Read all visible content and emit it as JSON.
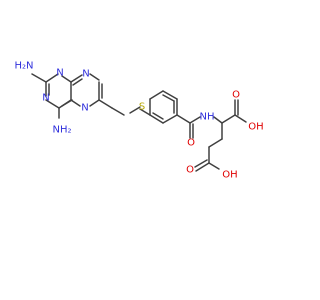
{
  "colors": {
    "bond": "#404040",
    "nitrogen": "#2f2fdc",
    "oxygen": "#e00000",
    "sulfur": "#b8a800"
  },
  "labels": {
    "nh2_top": "H₂N",
    "n_ring1": "N",
    "n_ring2": "N",
    "n_ring3": "N",
    "n_ring4": "N",
    "nh2_bottom": "NH₂",
    "n_ring5": "N",
    "s": "S",
    "nh_amide": "NH",
    "o_amide": "O",
    "o_carbonyl1": "O",
    "oh_1": "OH",
    "o_carbonyl2": "O",
    "oh_2": "OH"
  }
}
